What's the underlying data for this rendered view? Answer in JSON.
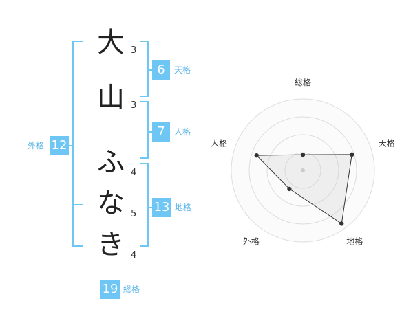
{
  "name_chars": [
    {
      "char": "大",
      "strokes": "3"
    },
    {
      "char": "山",
      "strokes": "3"
    },
    {
      "char": "ふ",
      "strokes": "4"
    },
    {
      "char": "な",
      "strokes": "5"
    },
    {
      "char": "き",
      "strokes": "4"
    }
  ],
  "fortunes": {
    "tenkaku": {
      "value": "6",
      "label": "天格"
    },
    "jinkaku": {
      "value": "7",
      "label": "人格"
    },
    "chikaku": {
      "value": "13",
      "label": "地格"
    },
    "gaikaku": {
      "value": "12",
      "label": "外格"
    },
    "soukaku": {
      "value": "19",
      "label": "総格"
    }
  },
  "colors": {
    "accent": "#6ec6f5",
    "accent_text": "#5ab4e8"
  },
  "chart_data": {
    "type": "radar",
    "axes": [
      "総格",
      "天格",
      "地格",
      "外格",
      "人格"
    ],
    "max": 5,
    "rings": 4,
    "values": [
      1.1,
      3.6,
      4.6,
      1.6,
      3.4
    ],
    "grid": true
  }
}
